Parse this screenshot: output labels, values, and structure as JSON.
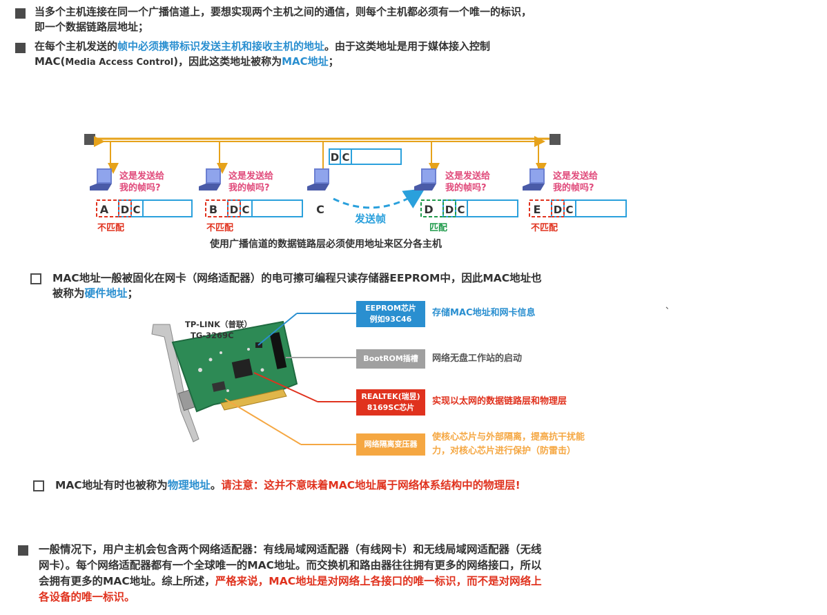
{
  "p1": {
    "line1": "当多个主机连接在同一个广播信道上，要想实现两个主机之间的通信，则每个主机都必须有一个唯一的标识，",
    "line2": "即一个数据链路层地址；"
  },
  "p2": {
    "pre": "在每个主机发送的",
    "hl1": "帧中必须携带标识发送主机和接收主机的地址",
    "mid": "。由于这类地址是用于媒体接入控制",
    "line2_pre": "MAC(",
    "line2_small": "Media Access Control",
    "line2_mid": ")，因此这类地址被称为",
    "hl2": "MAC地址",
    "line2_end": "；"
  },
  "diagram": {
    "frame_d": "D",
    "frame_c": "C",
    "question": [
      "这是发送给",
      "我的帧吗?"
    ],
    "hosts": [
      {
        "label": "A",
        "status": "不匹配",
        "status_color": "#e0321e",
        "dashed_color": "#e0321e"
      },
      {
        "label": "B",
        "status": "不匹配",
        "status_color": "#e0321e",
        "dashed_color": "#e0321e"
      },
      {
        "label": "C",
        "status": "",
        "status_color": "",
        "dashed_color": ""
      },
      {
        "label": "D",
        "status": "匹配",
        "status_color": "#1e9a4a",
        "dashed_color": "#1e9a4a"
      },
      {
        "label": "E",
        "status": "不匹配",
        "status_color": "#e0321e",
        "dashed_color": "#e0321e"
      }
    ],
    "send_label": "发送帧",
    "caption": "使用广播信道的数据链路层必须使用地址来区分各主机",
    "colors": {
      "bus": "#e6a21a",
      "frame": "#2aa0dc",
      "question": "#e0497a",
      "end": "#555555"
    }
  },
  "p3": {
    "line1": "MAC地址一般被固化在网卡（网络适配器）的电可擦可编程只读存储器EEPROM中，因此MAC地址也",
    "line2_pre": "被称为",
    "hl": "硬件地址",
    "line2_end": "；"
  },
  "nic": {
    "model1": "TP-LINK（普联）",
    "model2": "TG-3269C",
    "callouts": [
      {
        "box": [
          "EEPROM芯片",
          "例如93C46"
        ],
        "desc": [
          "存储MAC地址和网卡信息"
        ],
        "box_color": "#2a8fd0",
        "desc_color": "#2a8fd0"
      },
      {
        "box": [
          "BootROM插槽"
        ],
        "desc": [
          "网络无盘工作站的启动"
        ],
        "box_color": "#a0a0a0",
        "desc_color": "#555555"
      },
      {
        "box": [
          "REALTEK(瑞昱)",
          "8169SC芯片"
        ],
        "desc": [
          "实现以太网的数据链路层和物理层"
        ],
        "box_color": "#e0321e",
        "desc_color": "#e0321e"
      },
      {
        "box": [
          "网络隔离变压器"
        ],
        "desc": [
          "使核心芯片与外部隔离，提高抗干扰能",
          "力，对核心芯片进行保护（防雷击）"
        ],
        "box_color": "#f5a742",
        "desc_color": "#f5a742"
      }
    ],
    "tick": "、"
  },
  "p4": {
    "pre": "MAC地址有时也被称为",
    "hl": "物理地址",
    "mid": "。",
    "warn": "请注意：这并不意味着MAC地址属于网络体系结构中的物理层!"
  },
  "p5": {
    "line1": "一般情况下，用户主机会包含两个网络适配器：有线局域网适配器（有线网卡）和无线局域网适配器（无线",
    "line2": "网卡）。每个网络适配器都有一个全球唯一的MAC地址。而交换机和路由器往往拥有更多的网络接口，所以",
    "line3_pre": "会拥有更多的MAC地址。综上所述，",
    "line3_red": "严格来说，MAC地址是对网络上各接口的唯一标识，而不是对网络上",
    "line4_red": "各设备的唯一标识。"
  }
}
